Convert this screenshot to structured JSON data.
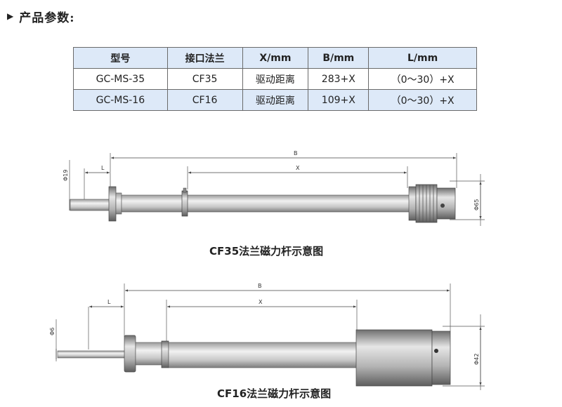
{
  "heading": {
    "arrow": "▶",
    "title": "产品参数:"
  },
  "table": {
    "headers": [
      "型号",
      "接口法兰",
      "X/mm",
      "B/mm",
      "L/mm"
    ],
    "rows": [
      [
        "GC-MS-35",
        "CF35",
        "驱动距离",
        "283+X",
        "（0～30）+X"
      ],
      [
        "GC-MS-16",
        "CF16",
        "驱动距离",
        "109+X",
        "（0～30）+X"
      ]
    ]
  },
  "diagrams": {
    "cf35": {
      "caption": "CF35法兰磁力杆示意图",
      "labels": {
        "B": "B",
        "X": "X",
        "L": "L",
        "dia_left": "Φ19",
        "dia_right": "Φ65"
      }
    },
    "cf16": {
      "caption": "CF16法兰磁力杆示意图",
      "labels": {
        "B": "B",
        "X": "X",
        "L": "L",
        "dia_left": "Φ6",
        "dia_right": "Φ42"
      }
    }
  }
}
